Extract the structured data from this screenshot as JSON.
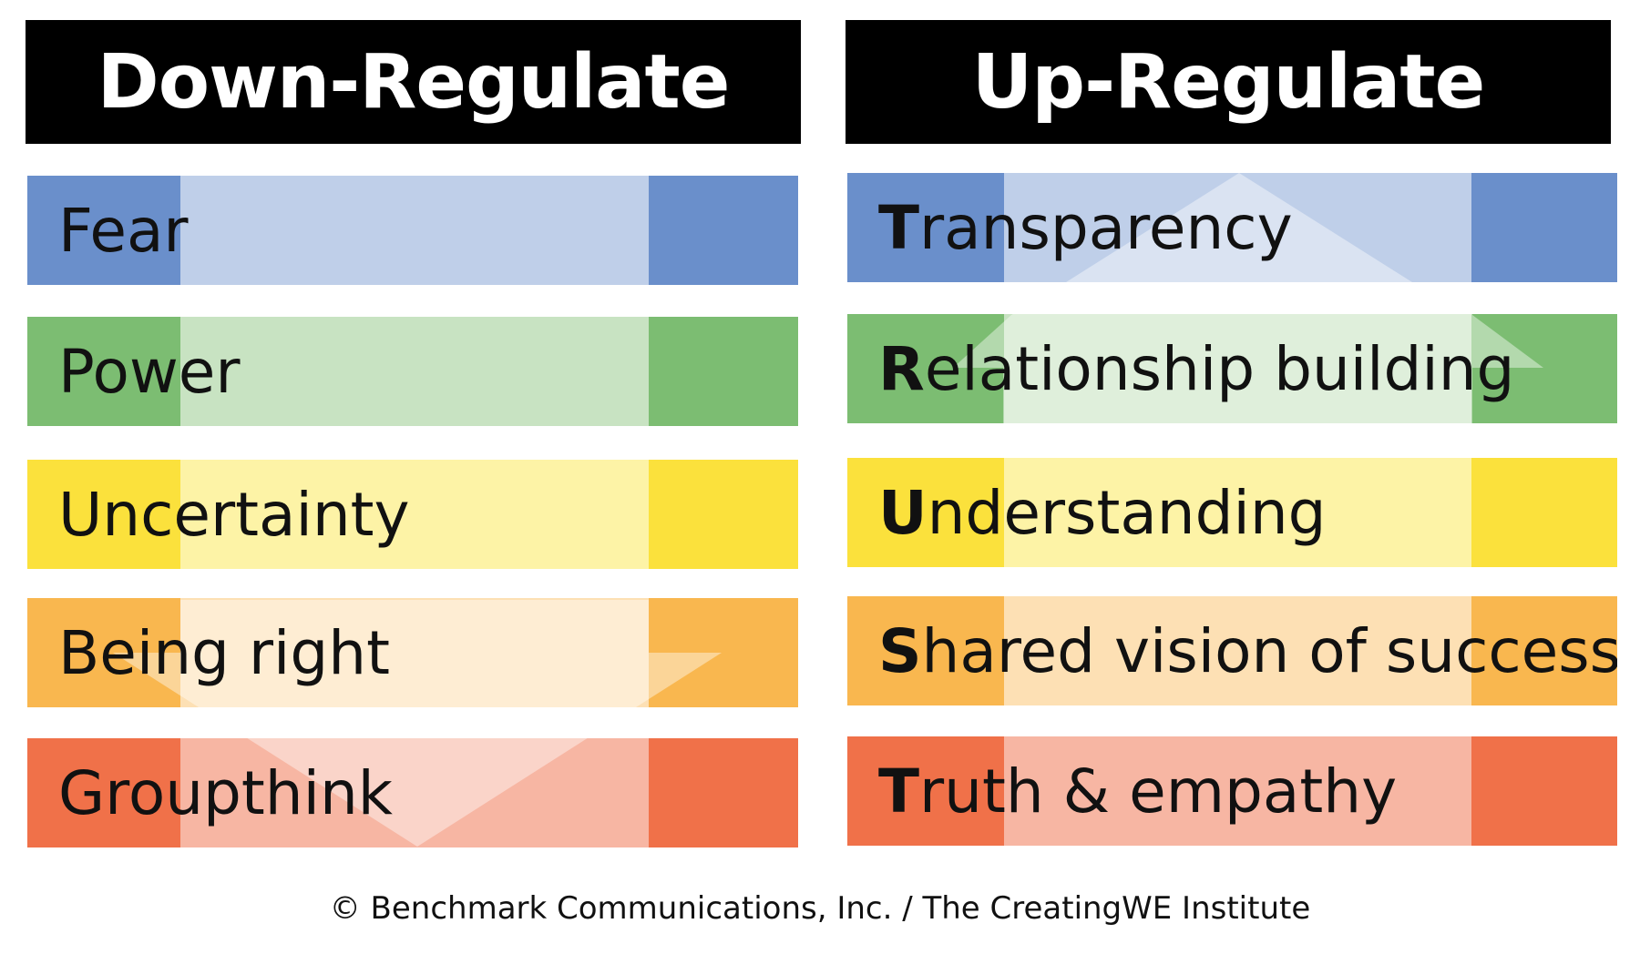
{
  "columns": {
    "left": {
      "title": "Down-Regulate",
      "items": [
        {
          "label": "Fear",
          "edge": "#6a8fcb",
          "mid": "#bfcfe9"
        },
        {
          "label": "Power",
          "edge": "#7cbd72",
          "mid": "#c8e3c2"
        },
        {
          "label": "Uncertainty",
          "edge": "#fbe13c",
          "mid": "#fdf3a6"
        },
        {
          "label": "Being right",
          "edge": "#f9b74f",
          "mid": "#fde0b4"
        },
        {
          "label": "Groupthink",
          "edge": "#f07149",
          "mid": "#f7b6a3"
        }
      ]
    },
    "right": {
      "title": "Up-Regulate",
      "items": [
        {
          "first": "T",
          "rest": "ransparency",
          "edge": "#6a8fcb",
          "mid": "#bfcfe9"
        },
        {
          "first": "R",
          "rest": "elationship building",
          "edge": "#7cbd72",
          "mid": "#c8e3c2"
        },
        {
          "first": "U",
          "rest": "nderstanding",
          "edge": "#fbe13c",
          "mid": "#fdf3a6"
        },
        {
          "first": "S",
          "rest": "hared vision of success",
          "edge": "#f9b74f",
          "mid": "#fde0b4"
        },
        {
          "first": "T",
          "rest": "ruth & empathy",
          "edge": "#f07149",
          "mid": "#f7b6a3"
        }
      ]
    }
  },
  "footer": "© Benchmark Communications, Inc. / The CreatingWE Institute"
}
